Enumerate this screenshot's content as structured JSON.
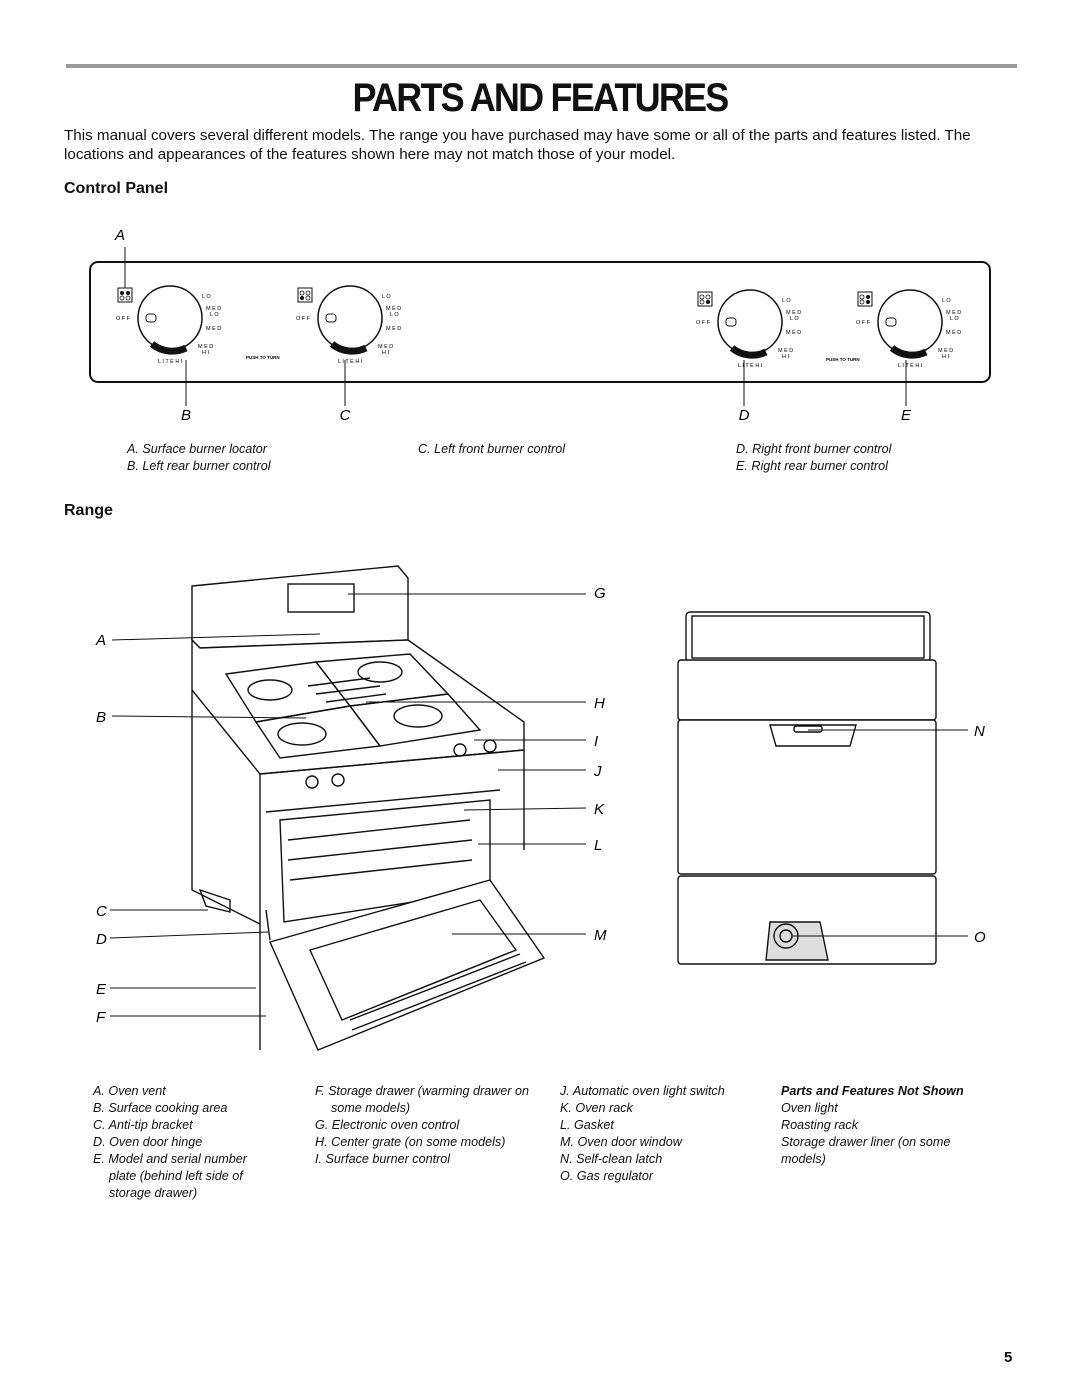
{
  "page": {
    "title": "PARTS AND FEATURES",
    "intro": "This manual covers several different models. The range you have purchased may have some or all of the parts and features listed. The locations and appearances of the features shown here may not match those of your model.",
    "page_number": "5"
  },
  "control_panel": {
    "heading": "Control Panel",
    "callouts": [
      "A",
      "B",
      "C",
      "D",
      "E"
    ],
    "knob_labels": {
      "off": "O F F",
      "lo": "L O",
      "med_lo": "M E D\nL O",
      "med": "M E D",
      "med_hi": "M E D\nH I",
      "lite_hi": "L I T E  H I"
    },
    "push_to_turn": "PUSH TO TURN",
    "captions": {
      "a": "A. Surface burner locator",
      "b": "B. Left rear burner control",
      "c": "C. Left front burner control",
      "d": "D. Right front burner control",
      "e": "E. Right rear burner control"
    }
  },
  "range": {
    "heading": "Range",
    "callouts_left": [
      "A",
      "B",
      "C",
      "D",
      "E",
      "F"
    ],
    "callouts_right": [
      "G",
      "H",
      "I",
      "J",
      "K",
      "L",
      "M"
    ],
    "callouts_back": [
      "N",
      "O"
    ],
    "legend_col1": [
      "A. Oven vent",
      "B. Surface cooking area",
      "C. Anti-tip bracket",
      "D. Oven door hinge",
      "E. Model and serial number plate (behind left side of storage drawer)"
    ],
    "legend_col2": [
      "F. Storage drawer (warming drawer on some models)",
      "G. Electronic oven control",
      "H. Center grate (on some models)",
      "I. Surface burner control"
    ],
    "legend_col3": [
      "J. Automatic oven light switch",
      "K. Oven rack",
      "L. Gasket",
      "M. Oven door window",
      "N. Self-clean latch",
      "O. Gas regulator"
    ],
    "not_shown": {
      "heading": "Parts and Features Not Shown",
      "items": [
        "Oven light",
        "Roasting rack",
        "Storage drawer liner (on some models)"
      ]
    }
  }
}
